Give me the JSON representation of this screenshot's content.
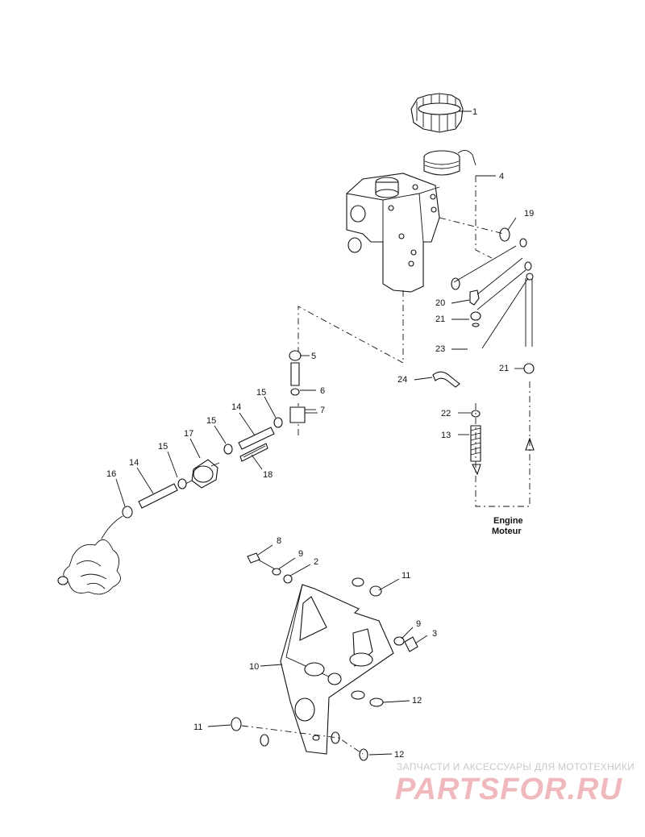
{
  "callouts": [
    {
      "id": "c1",
      "text": "1"
    },
    {
      "id": "c4",
      "text": "4"
    },
    {
      "id": "c19",
      "text": "19"
    },
    {
      "id": "c20",
      "text": "20"
    },
    {
      "id": "c21a",
      "text": "21"
    },
    {
      "id": "c23",
      "text": "23"
    },
    {
      "id": "c21b",
      "text": "21"
    },
    {
      "id": "c5",
      "text": "5"
    },
    {
      "id": "c6",
      "text": "6"
    },
    {
      "id": "c7",
      "text": "7"
    },
    {
      "id": "c24",
      "text": "24"
    },
    {
      "id": "c22",
      "text": "22"
    },
    {
      "id": "c13",
      "text": "13"
    },
    {
      "id": "c15a",
      "text": "15"
    },
    {
      "id": "c14a",
      "text": "14"
    },
    {
      "id": "c15b",
      "text": "15"
    },
    {
      "id": "c17",
      "text": "17"
    },
    {
      "id": "c15c",
      "text": "15"
    },
    {
      "id": "c14b",
      "text": "14"
    },
    {
      "id": "c16",
      "text": "16"
    },
    {
      "id": "c18",
      "text": "18"
    },
    {
      "id": "c8",
      "text": "8"
    },
    {
      "id": "c9a",
      "text": "9"
    },
    {
      "id": "c2",
      "text": "2"
    },
    {
      "id": "c11a",
      "text": "11"
    },
    {
      "id": "c9b",
      "text": "9"
    },
    {
      "id": "c3",
      "text": "3"
    },
    {
      "id": "c10",
      "text": "10"
    },
    {
      "id": "c12a",
      "text": "12"
    },
    {
      "id": "c11b",
      "text": "11"
    },
    {
      "id": "c12b",
      "text": "12"
    }
  ],
  "engine_label": {
    "line1": "Engine",
    "line2": "Moteur"
  },
  "watermark": {
    "tagline": "ЗАПЧАСТИ И АКСЕССУАРЫ ДЛЯ МОТОТЕХНИКИ",
    "logo": "PARTSFOR.RU"
  }
}
